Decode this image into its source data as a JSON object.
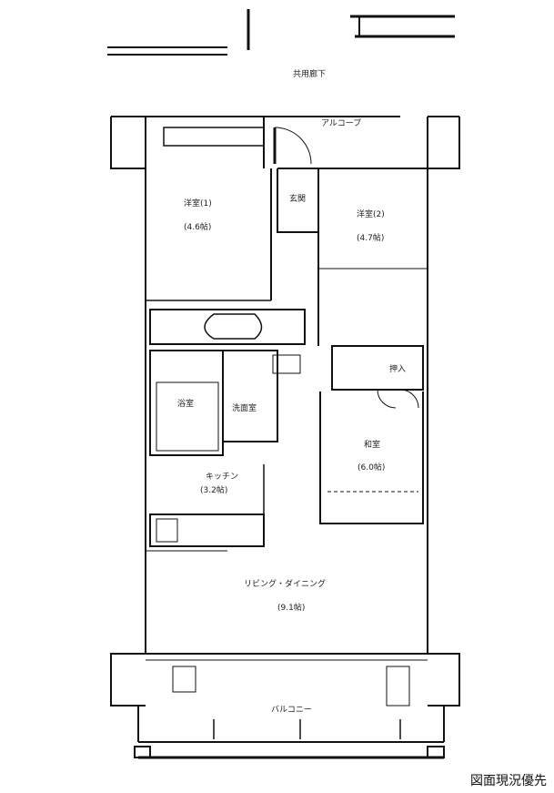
{
  "rooms": {
    "corridor": "共用廊下",
    "alcove": "アルコーブ",
    "western1": "洋室(1)",
    "western1_size": "(4.6帖)",
    "genkan": "玄関",
    "western2": "洋室(2)",
    "western2_size": "(4.7帖)",
    "closet": "押入",
    "bath": "浴室",
    "washroom": "洗面室",
    "washitsu": "和室",
    "washitsu_size": "(6.0帖)",
    "kitchen": "キッチン",
    "kitchen_size": "(3.2帖)",
    "ldk": "リビング・ダイニング",
    "ldk_size": "(9.1帖)",
    "balcony": "バルコニー"
  },
  "caption": "図面現況優先"
}
